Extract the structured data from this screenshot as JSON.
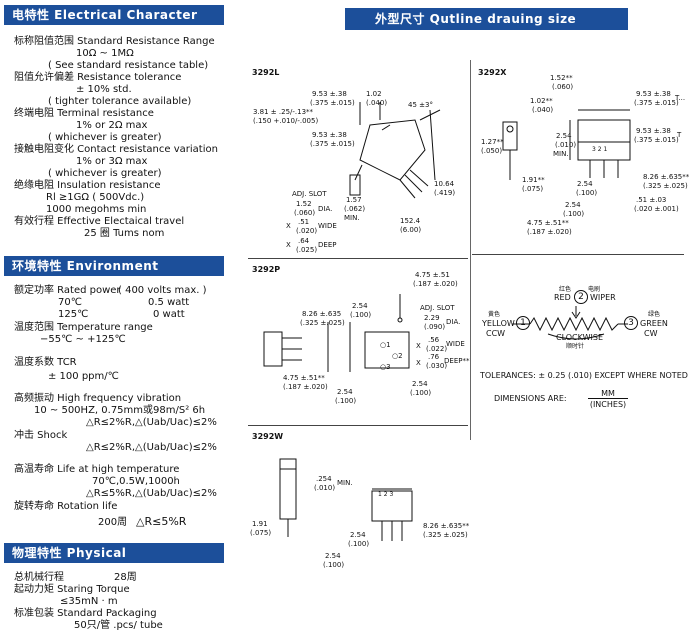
{
  "left": {
    "electrical_header": "电特性 Electrical Character istics",
    "electrical": [
      {
        "label": "标称阻值范围 Standard Resistance Range",
        "lines": [
          "10Ω ~ 1MΩ",
          "( See standard resistance table)"
        ]
      },
      {
        "label": "阻值允许偏差 Resistance tolerance",
        "lines": [
          "± 10% std.",
          "( tighter tolerance available)"
        ]
      },
      {
        "label": "终端电阻 Terminal resistance",
        "lines": [
          "1% or 2Ω max",
          "( whichever is greater)"
        ]
      },
      {
        "label": "接触电阻变化 Contact resistance variation",
        "lines": [
          "1% or 3Ω max",
          "( whichever is greater)"
        ]
      },
      {
        "label": "绝缘电阻 Insulation resistance",
        "lines": [
          "Rl ≥1GΩ ( 500Vdc.)",
          "1000 megohms min"
        ]
      },
      {
        "label": "有效行程 Effective Electaical travel",
        "lines": [
          "25 圈 Tums nom"
        ]
      }
    ],
    "environment_header": "环境特性 Environment Character istics",
    "rated_power_label": "额定功率 Rated power",
    "rated_power_note": "( 400 volts max. )",
    "rated_power_rows": [
      [
        "70℃",
        "0.5 watt"
      ],
      [
        "125℃",
        "0 watt"
      ]
    ],
    "temp_range_label": "温度范围 Temperature range",
    "temp_range_value": "−55℃ ~ +125℃",
    "tcr_label": "温度系数 TCR",
    "tcr_value": "± 100 ppm/℃",
    "vibration_label": "高频振动 High frequency vibration",
    "vibration_value": "10 ~ 500HZ, 0.75mm或98m/S² 6h",
    "vibration_spec": "△R≤2%R,△(Uab/Uac)≤2%",
    "shock_label": "冲击 Shock",
    "shock_spec": "△R≤2%R,△(Uab/Uac)≤2%",
    "life_label": "高温寿命 Life at high temperature",
    "life_value": "70℃,0.5W,1000h",
    "life_spec": "△R≤5%R,△(Uab/Uac)≤2%",
    "rotation_label": "旋转寿命 Rotation life",
    "rotation_value": "200周",
    "rotation_spec": "△R≤5%R",
    "physical_header": "物理特性 Physical Characteristics",
    "mech_label": "总机械行程",
    "mech_value": "28周",
    "torque_label": "起动力矩  Staring Torque",
    "torque_value": "≤35mN · m",
    "pack_label": "标准包装 Standard Packaging",
    "pack_value": "50只/管 .pcs/ tube"
  },
  "right": {
    "outline_header": "外型尺寸 Qutline drauing size",
    "models": [
      "3292L",
      "3292X",
      "3292P",
      "3292W"
    ],
    "tolerances": "TOLERANCES: ± 0.25 (.010) EXCEPT WHERE NOTED",
    "dimensions_label": "DIMENSIONS ARE:",
    "dimensions_unit_top": "MM",
    "dimensions_unit_bottom": "(INCHES)",
    "schematic": {
      "red_cn": "红色",
      "wiper_cn": "电刷",
      "red": "RED",
      "wiper": "WIPER",
      "yellow_cn": "黄色",
      "green_cn": "绿色",
      "yellow": "YELLOW",
      "green": "GREEN",
      "ccw": "CCW",
      "cw": "CW",
      "clockwise": "CLOCKWISE",
      "clockwise_cn": "顺时针",
      "n1": "1",
      "n2": "2",
      "n3": "3"
    },
    "dims_l": [
      "9.53 ±.38",
      "(.375 ±.015)",
      "1.02",
      "(.040)",
      "45 ±3°",
      "3.81 ± .25/-.13**",
      "(.150 +.010/-.005)",
      "9.53 ±.38",
      "(.375 ±.015)",
      "ADJ. SLOT",
      "1.52",
      "(.060)",
      "DIA.",
      "X",
      ".51",
      "(.020)",
      "WIDE",
      "X",
      ".64",
      "(.025)",
      "DEEP",
      "1.57",
      "(.062)",
      "MIN.",
      "152.4",
      "(6.00)",
      "10.64",
      "(.419)"
    ],
    "dims_x": [
      "1.52**",
      "(.060)",
      "1.02**",
      "(.040)",
      "9.53 ±.38",
      "(.375 ±.015)",
      "T...",
      "9.53 ±.38",
      "(.375 ±.015)",
      "T",
      "1.27**",
      "(.050)",
      "2.54",
      "(.010)",
      "MIN.",
      "3 2 1",
      "8.26 ±.635**",
      "(.325 ±.025)",
      "1.91**",
      "(.075)",
      "2.54",
      "(.100)",
      "2.54",
      "(.100)",
      ".51 ±.03",
      "(.020 ±.001)",
      "4.75 ±.51**",
      "(.187 ±.020)"
    ],
    "dims_p": [
      "4.75 ±.51",
      "(.187 ±.020)",
      "8.26 ±.635",
      "(.325 ±.025)",
      "2.54",
      "(.100)",
      "ADJ. SLOT",
      "2.29",
      "(.090)",
      "DIA.",
      "X",
      ".56",
      "(.022)",
      "WIDE",
      "X",
      ".76",
      "(.030)",
      "DEEP**",
      "○1",
      "○2",
      "○3",
      "4.75 ±.51**",
      "(.187 ±.020)",
      "2.54",
      "(.100)",
      "2.54",
      "(.100)"
    ],
    "dims_w": [
      ".254",
      "(.010)",
      "MIN.",
      "1 2 3",
      "1.91",
      "(.075)",
      "2.54",
      "(.100)",
      "2.54",
      "(.100)",
      "8.26 ±.635**",
      "(.325 ±.025)"
    ]
  }
}
